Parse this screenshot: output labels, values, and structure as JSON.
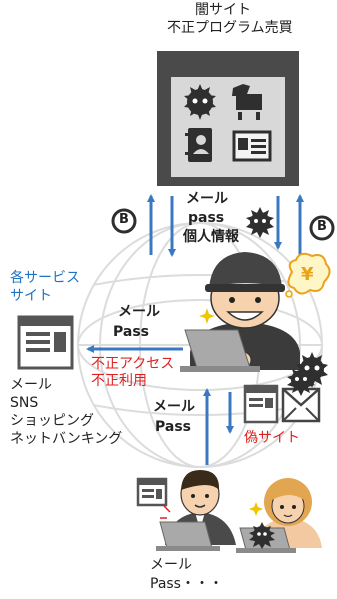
{
  "dark_site": {
    "title_line1": "闇サイト",
    "title_line2": "不正プログラム売買"
  },
  "exchange_labels": {
    "line1": "メール",
    "line2": "pass",
    "line3": "個人情報"
  },
  "currency": {
    "bitcoin_symbol": "B",
    "yen_symbol": "¥"
  },
  "service_site": {
    "label_line1": "各サービス",
    "label_line2": "サイト",
    "types": [
      "メール",
      "SNS",
      "ショッピング",
      "ネットバンキング"
    ]
  },
  "attacker_to_site": {
    "cred_line1": "メール",
    "cred_line2": "Pass",
    "abuse_line1": "不正アクセス",
    "abuse_line2": "不正利用"
  },
  "victim_flow": {
    "cred_line1": "メール",
    "cred_line2": "Pass",
    "fake_site": "偽サイト"
  },
  "victims": {
    "line1": "メール",
    "line2": "Pass・・・"
  },
  "colors": {
    "arrow_blue": "#3a78c2",
    "text_blue": "#1d73c4",
    "text_red": "#e02020",
    "dark_panel": "#4a4a4a",
    "malware": "#2f2f2f"
  },
  "icons": [
    "globe-icon",
    "dark-site-screen-icon",
    "malware-icon",
    "trojan-horse-icon",
    "address-book-icon",
    "id-card-icon",
    "bitcoin-icon",
    "yen-bubble-icon",
    "webpage-icon",
    "mail-icon",
    "hacker-icon",
    "victim-man-icon",
    "victim-woman-icon"
  ]
}
